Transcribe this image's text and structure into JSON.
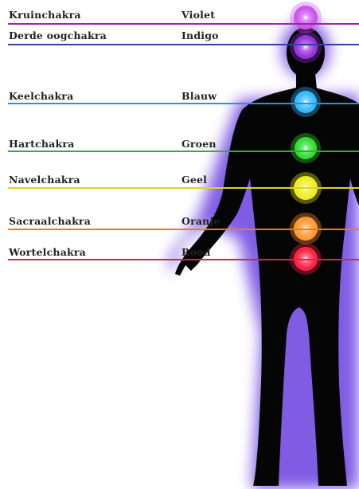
{
  "colors": {
    "background": "#ffffff",
    "body": "#050505",
    "glow": "#6a3fe0",
    "text": "#222222"
  },
  "chakras": [
    {
      "name": "Kruinchakra",
      "color_word": "Violet",
      "line_color": "#9a2aa0",
      "orb_color": "#cc55ee"
    },
    {
      "name": "Derde oogchakra",
      "color_word": "Indigo",
      "line_color": "#3b3d9e",
      "orb_color": "#9933dd"
    },
    {
      "name": "Keelchakra",
      "color_word": "Blauw",
      "line_color": "#2f8fd0",
      "orb_color": "#33bbff"
    },
    {
      "name": "Hartchakra",
      "color_word": "Groen",
      "line_color": "#2fae3c",
      "orb_color": "#33dd33"
    },
    {
      "name": "Navelchakra",
      "color_word": "Geel",
      "line_color": "#e0d21c",
      "orb_color": "#eeee22"
    },
    {
      "name": "Sacraalchakra",
      "color_word": "Oranje",
      "line_color": "#f07a1a",
      "orb_color": "#ff9933"
    },
    {
      "name": "Wortelchakra",
      "color_word": "Rood",
      "line_color": "#d6244a",
      "orb_color": "#ff2244"
    }
  ]
}
